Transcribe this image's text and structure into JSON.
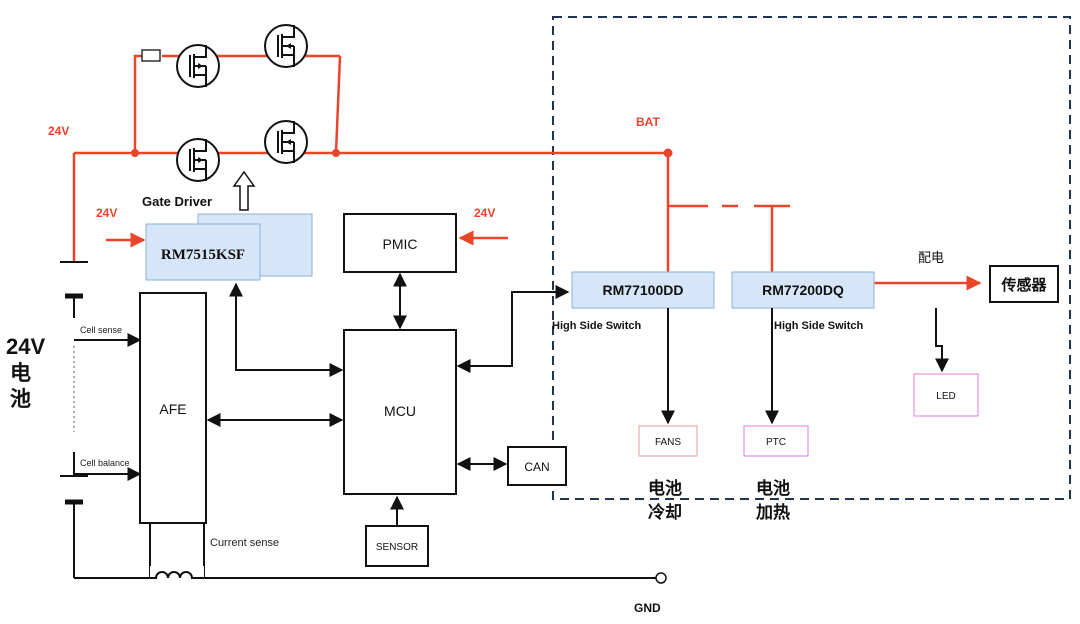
{
  "labels": {
    "v24_top": "24V",
    "v24_driver": "24V",
    "v24_pmic": "24V",
    "bat": "BAT",
    "gate_driver": "Gate Driver",
    "battery_title": "24V",
    "battery_title_cn1": "电",
    "battery_title_cn2": "池",
    "cell_sense": "Cell sense",
    "cell_balance": "Cell balance",
    "current_sense": "Current sense",
    "gnd": "GND",
    "high_side_1": "High Side Switch",
    "high_side_2": "High Side Switch",
    "power_dist": "配电",
    "cooling_1": "电池",
    "cooling_2": "冷却",
    "heating_1": "电池",
    "heating_2": "加热"
  },
  "blocks": {
    "driver_chip": "RM7515KSF",
    "pmic": "PMIC",
    "afe": "AFE",
    "mcu": "MCU",
    "can": "CAN",
    "sensor": "SENSOR",
    "hss1": "RM77100DD",
    "hss2": "RM77200DQ",
    "sensor_cn": "传感器",
    "led": "LED",
    "fans": "FANS",
    "ptc": "PTC"
  },
  "colors": {
    "power_line": "#e8452b",
    "chip_fill": "#d6e6f8",
    "dashed_boundary": "#1f3553"
  }
}
